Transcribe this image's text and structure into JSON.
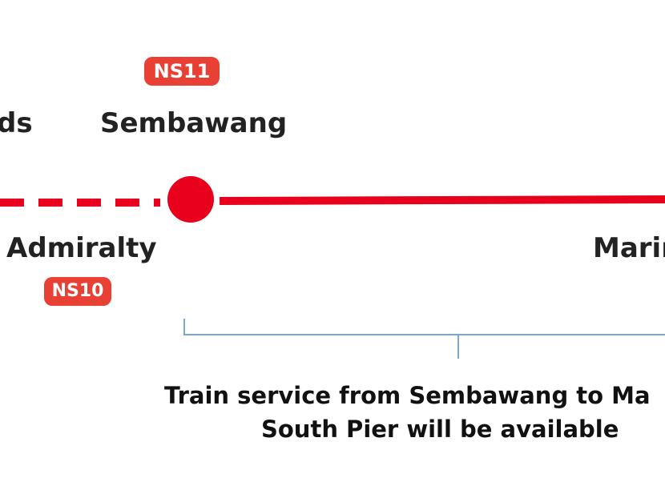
{
  "colors": {
    "line": "#e8001c",
    "badge": "#e84035",
    "bracket": "#7aa6d6",
    "text": "#222222"
  },
  "stations": {
    "left_partial": {
      "name": "ds"
    },
    "sembawang": {
      "name": "Sembawang",
      "code": "NS11"
    },
    "admiralty": {
      "name": "Admiralty",
      "code": "NS10"
    },
    "marina_partial": {
      "name": "Marir"
    }
  },
  "caption": {
    "line1": "Train service from Sembawang to Ma",
    "line2": "South Pier will be available"
  }
}
